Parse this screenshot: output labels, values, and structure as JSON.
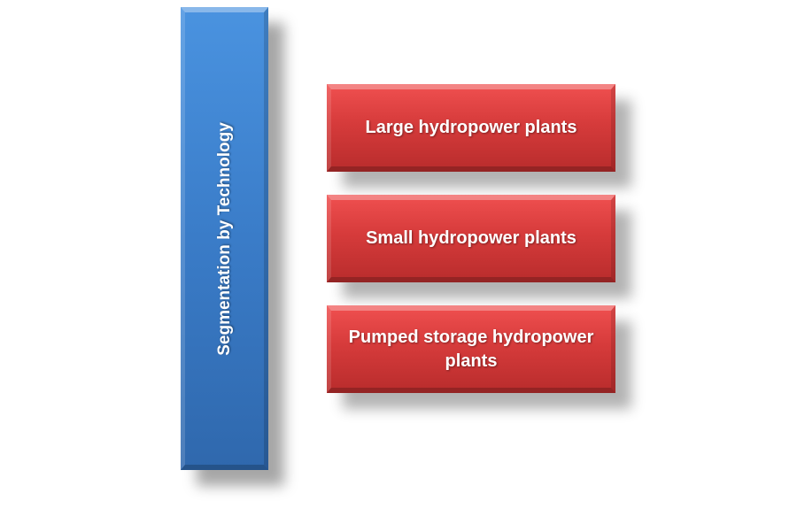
{
  "category": "Segmentation by Technology",
  "items": [
    {
      "label": "Large hydropower plants"
    },
    {
      "label": "Small hydropower plants"
    },
    {
      "label": "Pumped storage hydropower plants"
    }
  ]
}
